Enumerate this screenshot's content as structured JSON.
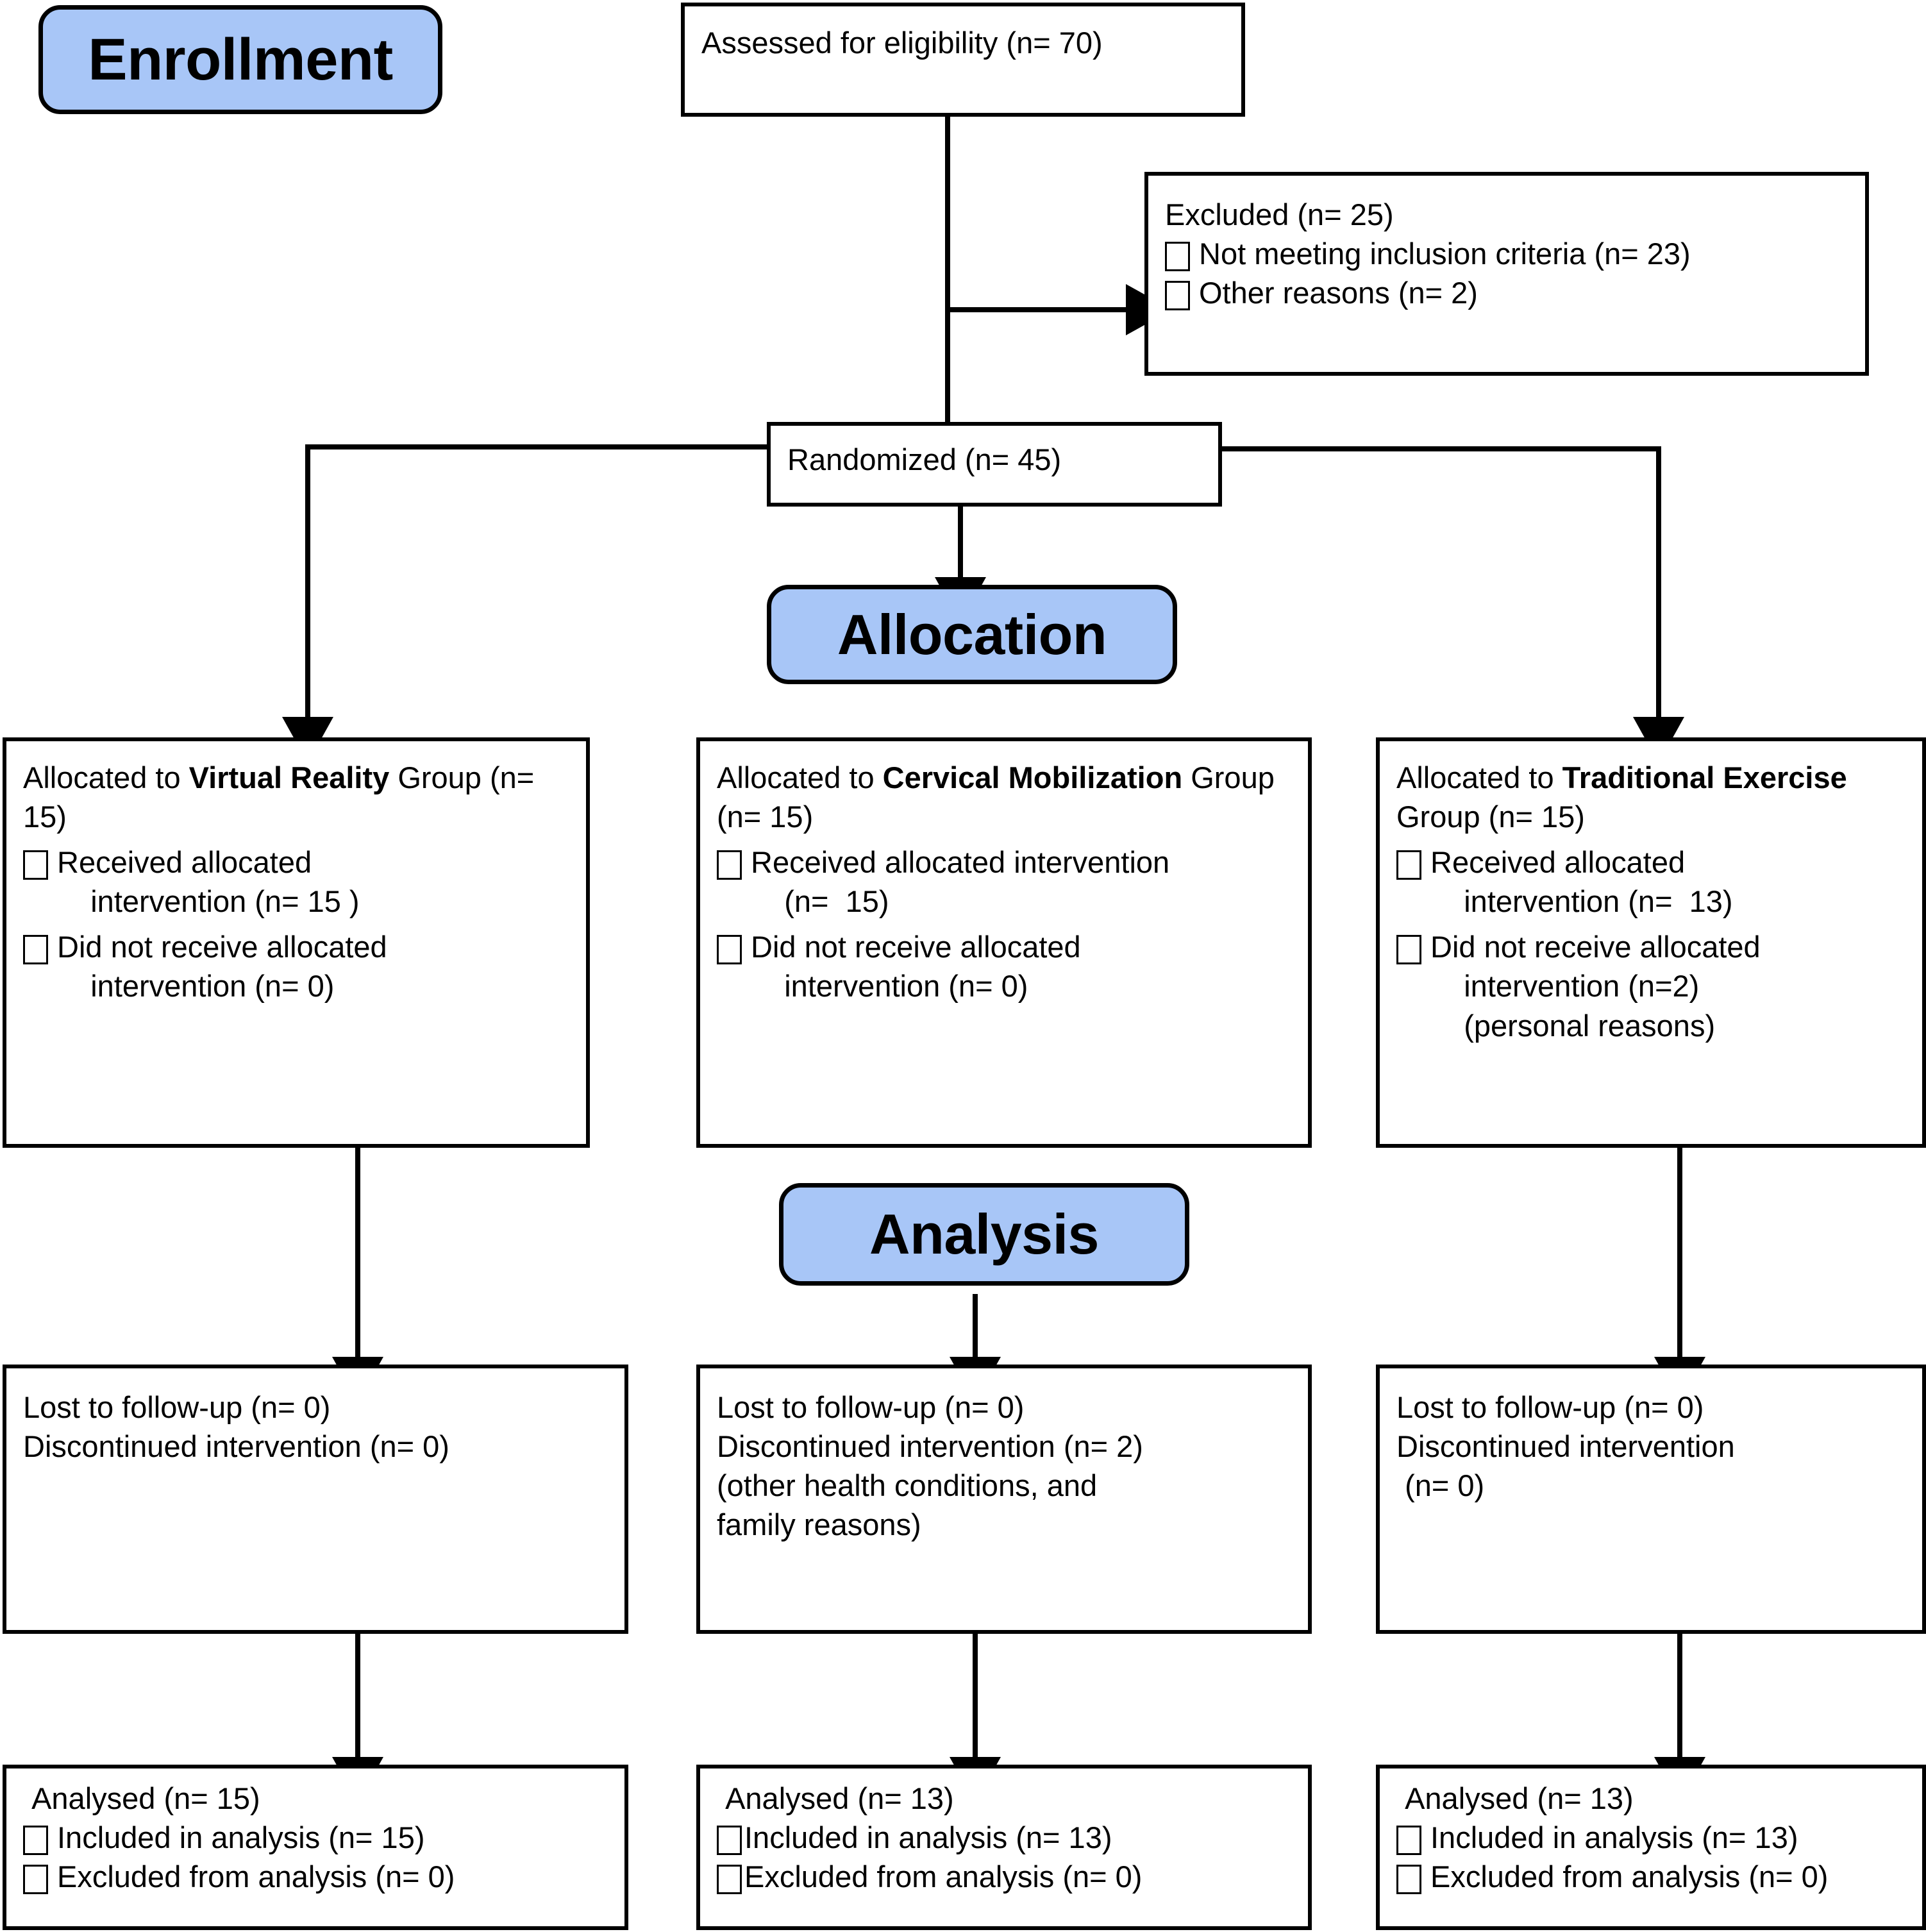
{
  "diagram": {
    "title": "CONSORT participant flow diagram",
    "accent_color": "#A8C6F7",
    "line_color": "#000000",
    "background": "#FFFFFF",
    "stage_labels": {
      "enrollment": "Enrollment",
      "allocation": "Allocation",
      "analysis": "Analysis"
    },
    "enrollment": {
      "assessed": "Assessed for eligibility (n= 70)",
      "excluded_title": "Excluded (n= 25)",
      "excluded_items": [
        "Not meeting inclusion criteria (n= 23)",
        "Other reasons (n= 2)"
      ],
      "randomized": "Randomized (n= 45)"
    },
    "allocation": [
      {
        "group_prefix": "Allocated to ",
        "group_bold": "Virtual Reality",
        "group_suffix": " Group (n= 15)",
        "items": [
          "Received allocated\n    intervention (n= 15 )",
          "Did not receive allocated\n    intervention (n= 0)"
        ]
      },
      {
        "group_prefix": "Allocated to ",
        "group_bold": "Cervical Mobilization",
        "group_suffix": " Group (n= 15)",
        "items": [
          "Received allocated intervention\n    (n=  15)",
          "Did not receive allocated\n    intervention (n= 0)"
        ]
      },
      {
        "group_prefix": "Allocated to ",
        "group_bold": "Traditional Exercise",
        "group_suffix": " Group (n= 15)",
        "items": [
          "Received allocated\n    intervention (n=  13)",
          "Did not receive allocated\n    intervention (n=2)\n    (personal reasons)"
        ]
      }
    ],
    "followup": [
      {
        "lines": "Lost to follow-up (n= 0)\nDiscontinued intervention (n= 0)"
      },
      {
        "lines": "Lost to follow-up (n= 0)\nDiscontinued intervention (n= 2)\n(other health conditions, and\nfamily reasons)"
      },
      {
        "lines": "Lost to follow-up (n= 0)\nDiscontinued intervention\n (n= 0)"
      }
    ],
    "analysis": [
      {
        "heading": " Analysed (n= 15)",
        "items": [
          "Included in analysis (n= 15)",
          "Excluded from analysis (n= 0)"
        ]
      },
      {
        "heading": " Analysed (n= 13)",
        "items": [
          "Included in analysis (n= 13)",
          "Excluded from analysis (n= 0)"
        ]
      },
      {
        "heading": " Analysed (n= 13)",
        "items": [
          "Included in analysis (n= 13)",
          "Excluded from analysis (n= 0)"
        ]
      }
    ]
  }
}
